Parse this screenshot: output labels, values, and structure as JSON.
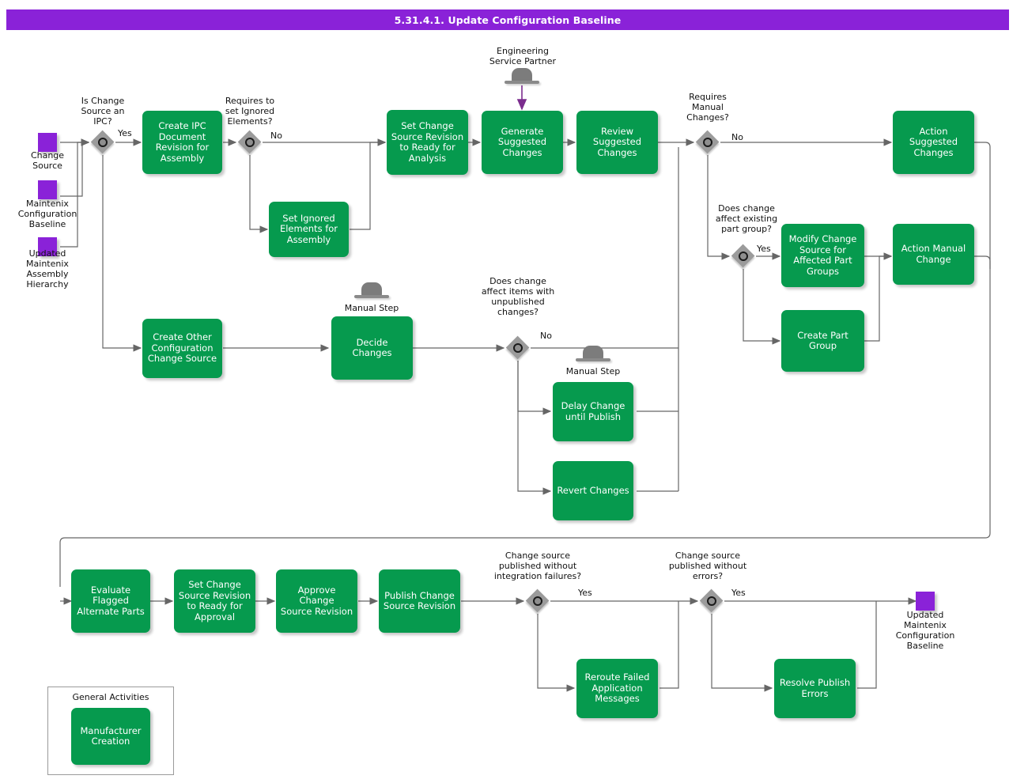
{
  "banner": {
    "title": "5.31.4.1. Update Configuration Baseline"
  },
  "data_objects": [
    {
      "name": "change-source",
      "label": "Change\nSource"
    },
    {
      "name": "maintenix-config-baseline",
      "label": "Maintenix\nConfiguration\nBaseline"
    },
    {
      "name": "updated-assembly-hierarchy",
      "label": "Updated\nMaintenix\nAssembly\nHierarchy"
    },
    {
      "name": "updated-config-baseline",
      "label": "Updated\nMaintenix\nConfiguration\nBaseline"
    }
  ],
  "tasks": [
    {
      "id": "create-ipc-doc-revision",
      "label": "Create IPC\nDocument\nRevision  for\nAssembly"
    },
    {
      "id": "set-ignored-elements",
      "label": "Set Ignored\nElements for\nAssembly"
    },
    {
      "id": "set-change-source-ready-analysis",
      "label": "Set Change\nSource Revision\nto Ready for\nAnalysis"
    },
    {
      "id": "generate-suggested-changes",
      "label": "Generate\nSuggested\nChanges"
    },
    {
      "id": "review-suggested-changes",
      "label": "Review\nSuggested\nChanges"
    },
    {
      "id": "action-suggested-changes",
      "label": "Action\nSuggested\nChanges"
    },
    {
      "id": "modify-change-source-part-groups",
      "label": "Modify Change\nSource for\nAffected Part\nGroups"
    },
    {
      "id": "action-manual-change",
      "label": "Action Manual\nChange"
    },
    {
      "id": "create-part-group",
      "label": "Create Part\nGroup"
    },
    {
      "id": "create-other-config-change-source",
      "label": "Create Other\nConfiguration\nChange Source"
    },
    {
      "id": "decide-changes",
      "label": "Decide Changes"
    },
    {
      "id": "delay-change-until-publish",
      "label": "Delay Change\nuntil Publish"
    },
    {
      "id": "revert-changes",
      "label": "Revert Changes"
    },
    {
      "id": "evaluate-flagged-alternate-parts",
      "label": "Evaluate\nFlagged\nAlternate Parts"
    },
    {
      "id": "set-change-source-ready-approval",
      "label": "Set Change\nSource Revision\nto Ready for\nApproval"
    },
    {
      "id": "approve-change-source-revision",
      "label": "Approve Change\nSource Revision"
    },
    {
      "id": "publish-change-source-revision",
      "label": "Publish Change\nSource Revision"
    },
    {
      "id": "reroute-failed-application-messages",
      "label": "Reroute Failed\nApplication\nMessages"
    },
    {
      "id": "resolve-publish-errors",
      "label": "Resolve Publish\nErrors"
    },
    {
      "id": "manufacturer-creation",
      "label": "Manufacturer\nCreation"
    }
  ],
  "gateways": [
    {
      "id": "gw-is-change-source-ipc",
      "question": "Is Change\nSource an\nIPC?",
      "label": "Yes"
    },
    {
      "id": "gw-requires-ignored-elements",
      "question": "Requires to\nset Ignored\nElements?",
      "label": "No"
    },
    {
      "id": "gw-requires-manual-changes",
      "question": "Requires\nManual\nChanges?",
      "label": "No"
    },
    {
      "id": "gw-affects-existing-part-group",
      "question": "Does change\naffect existing\npart group?",
      "label": "Yes"
    },
    {
      "id": "gw-affects-unpublished-items",
      "question": "Does change\naffect items with\nunpublished\nchanges?",
      "label": "No"
    },
    {
      "id": "gw-published-without-integration-failures",
      "question": "Change source\npublished without\nintegration failures?",
      "label": "Yes"
    },
    {
      "id": "gw-published-without-errors",
      "question": "Change source\npublished without\nerrors?",
      "label": "Yes"
    }
  ],
  "annotations": [
    {
      "id": "engineering-service-partner",
      "label": "Engineering\nService Partner"
    },
    {
      "id": "manual-step-decide",
      "label": "Manual Step"
    },
    {
      "id": "manual-step-delay",
      "label": "Manual Step"
    }
  ],
  "legend": {
    "title": "General Activities"
  },
  "colors": {
    "banner": "#8A22D8",
    "task": "#069A4E",
    "data_object": "#8A22D8",
    "gateway": "#9B9B9B",
    "connector": "#666666",
    "annotation_arrow": "#7B2D8E"
  }
}
